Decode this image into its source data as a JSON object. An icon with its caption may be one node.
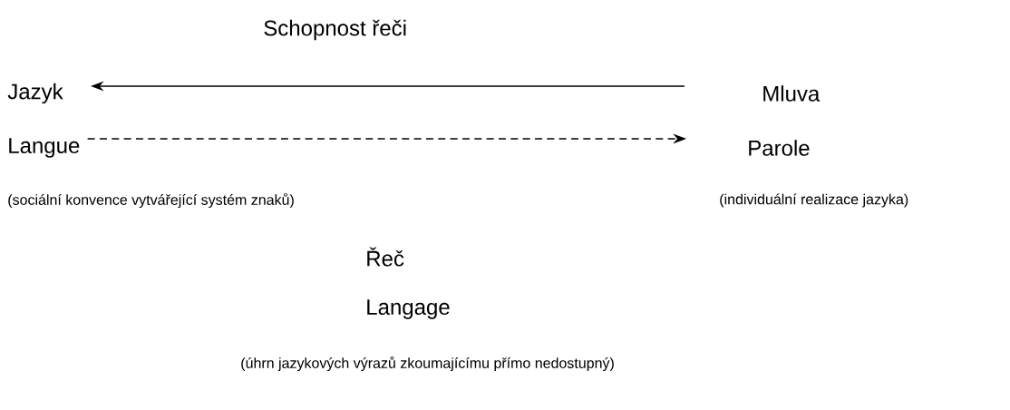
{
  "diagram": {
    "nodes": [
      {
        "text": [
          "Jazyk"
        ]
      },
      {
        "text": [
          "Mluva"
        ]
      },
      {
        "text": [
          "Langue"
        ]
      },
      {
        "text": [
          "Parole"
        ]
      }
    ],
    "edges": [
      {
        "from": 1,
        "to": 0,
        "arrow": "to"
      },
      {
        "from": 2,
        "to": 3,
        "arrow": "to",
        "style": "dashed"
      }
    ],
    "labels": [
      "Schopnost řeči",
      "(sociální konvence vytvářející systém znaků)",
      "(individuální realizace jazyka)",
      "Řeč",
      "Langage",
      "(úhrn jazykových výrazů zkoumajícímu přímo nedostupný)"
    ]
  }
}
